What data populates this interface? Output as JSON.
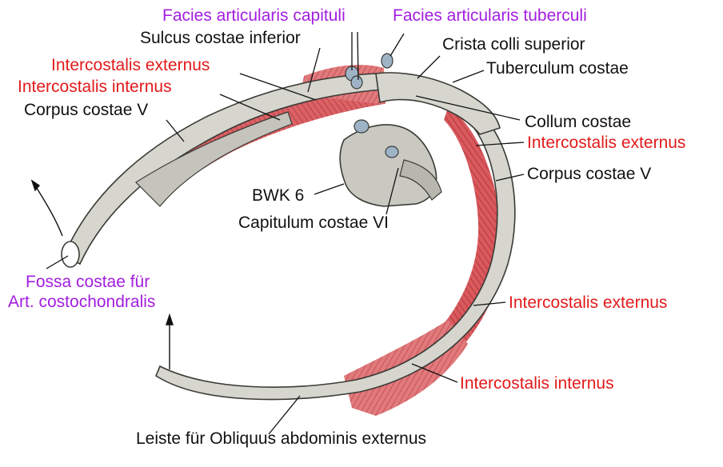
{
  "colors": {
    "bone": "#d6d6cf",
    "bone_shade": "#a9a9a1",
    "bone_outline": "#3a3a36",
    "muscle": "#d9595d",
    "muscle_dark": "#a52a31",
    "cartilage": "#9fb3c6",
    "label_black": "#111111",
    "label_red": "#e21a1a",
    "label_violet": "#a31ee0"
  },
  "labels": {
    "facies_articularis_capituli": "Facies articularis capituli",
    "facies_articularis_tuberculi": "Facies articularis tuberculi",
    "sulcus_costae_inferior": "Sulcus costae inferior",
    "crista_colli_superior": "Crista colli superior",
    "tuberculum_costae": "Tuberculum costae",
    "intercostalis_externus_left": "Intercostalis externus",
    "intercostalis_internus_left": "Intercostalis internus",
    "corpus_costae_v_left": "Corpus costae V",
    "collum_costae": "Collum costae",
    "intercostalis_externus_right": "Intercostalis externus",
    "corpus_costae_v_right": "Corpus costae V",
    "bwk_6": "BWK 6",
    "capitulum_costae_vi": "Capitulum costae VI",
    "fossa_costae_line1": "Fossa costae für",
    "fossa_costae_line2": "Art. costochondralis",
    "intercostalis_externus_lower": "Intercostalis externus",
    "intercostalis_internus_lower": "Intercostalis internus",
    "leiste_obliquus": "Leiste für Obliquus abdominis externus"
  }
}
